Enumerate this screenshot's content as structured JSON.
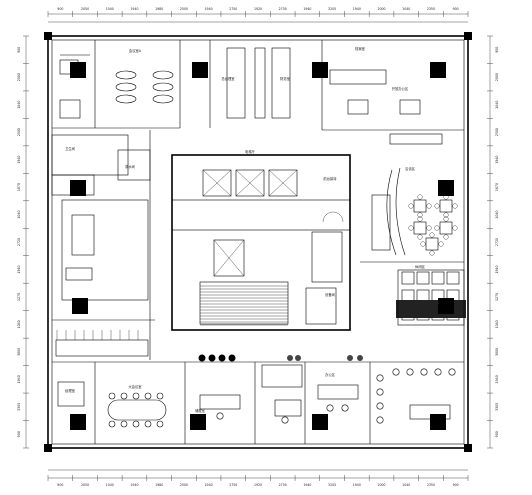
{
  "plan": {
    "dims_top": [
      "900",
      "2050",
      "1040",
      "1940",
      "1980",
      "2500",
      "1940",
      "2750",
      "1920",
      "2750",
      "1940",
      "3205",
      "1940",
      "2000",
      "1040",
      "2350",
      "900"
    ],
    "dims_bottom": [
      "900",
      "2050",
      "1040",
      "1940",
      "1980",
      "2500",
      "1940",
      "2750",
      "1920",
      "2750",
      "1940",
      "3205",
      "1940",
      "2000",
      "1040",
      "2350",
      "900"
    ],
    "dims_left": [
      "900",
      "2000",
      "1040",
      "2500",
      "1940",
      "1870",
      "1040",
      "2720",
      "1940",
      "1270",
      "1040",
      "3000",
      "1940",
      "3305",
      "900"
    ],
    "dims_right": [
      "900",
      "2000",
      "1040",
      "2500",
      "1940",
      "1870",
      "1040",
      "2720",
      "1940",
      "1270",
      "1040",
      "3000",
      "1940",
      "3305",
      "900"
    ],
    "room_labels": [
      {
        "text": "会议室A"
      },
      {
        "text": "总经理室"
      },
      {
        "text": "财务室"
      },
      {
        "text": "档案室"
      },
      {
        "text": "开放办公区"
      },
      {
        "text": "洽谈区"
      },
      {
        "text": "前台接待"
      },
      {
        "text": "电梯厅"
      },
      {
        "text": "卫生间"
      },
      {
        "text": "茶水间"
      },
      {
        "text": "大会议室"
      },
      {
        "text": "经理室"
      },
      {
        "text": "办公区"
      },
      {
        "text": "休闲区"
      },
      {
        "text": "储藏室"
      },
      {
        "text": "设备间"
      }
    ]
  }
}
